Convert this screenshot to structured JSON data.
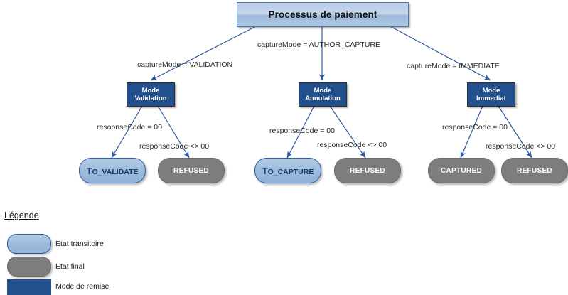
{
  "diagram": {
    "root": {
      "label": "Processus de paiement"
    },
    "modes": [
      {
        "id": "validation",
        "line1": "Mode",
        "line2": "Validation",
        "edge_label": "captureMode = VALIDATION"
      },
      {
        "id": "annulation",
        "line1": "Mode",
        "line2": "Annulation",
        "edge_label": "captureMode = AUTHOR_CAPTURE"
      },
      {
        "id": "immediat",
        "line1": "Mode",
        "line2": "Immediat",
        "edge_label": "captureMode = IMMEDIATE"
      }
    ],
    "branches": [
      {
        "mode": "validation",
        "ok_label": "resopnseCode = 00",
        "ko_label": "responseCode <> 00",
        "ok_state": {
          "text": "To_VALIDATE",
          "cap": "T",
          "rest": "O_VALIDATE",
          "kind": "transitory"
        },
        "ko_state": {
          "text": "REFUSED",
          "kind": "final"
        }
      },
      {
        "mode": "annulation",
        "ok_label": "responseCode = 00",
        "ko_label": "responseCode <> 00",
        "ok_state": {
          "text": "To_CAPTURE",
          "cap": "T",
          "rest": "O_CAPTURE",
          "kind": "transitory"
        },
        "ko_state": {
          "text": "REFUSED",
          "kind": "final"
        }
      },
      {
        "mode": "immediat",
        "ok_label": "responseCode = 00",
        "ko_label": "responseCode <> 00",
        "ok_state": {
          "text": "CAPTURED",
          "kind": "final"
        },
        "ko_state": {
          "text": "REFUSED",
          "kind": "final"
        }
      }
    ]
  },
  "legend": {
    "title": "Légende",
    "items": [
      {
        "swatch": "capsule-transitory",
        "label": "Etat transitoire"
      },
      {
        "swatch": "capsule-final",
        "label": "Etat final"
      },
      {
        "swatch": "rect-mode",
        "label": "Mode de remise"
      }
    ]
  },
  "colors": {
    "mode_box": "#21508d",
    "root_box": "#b9cde5",
    "root_border": "#4a7ab5",
    "transitory": "#9dbbdd",
    "transitory_border": "#2d5a9e",
    "final": "#7d7d7d",
    "edge": "#2d5a9e",
    "text": "#1a1a1a"
  }
}
